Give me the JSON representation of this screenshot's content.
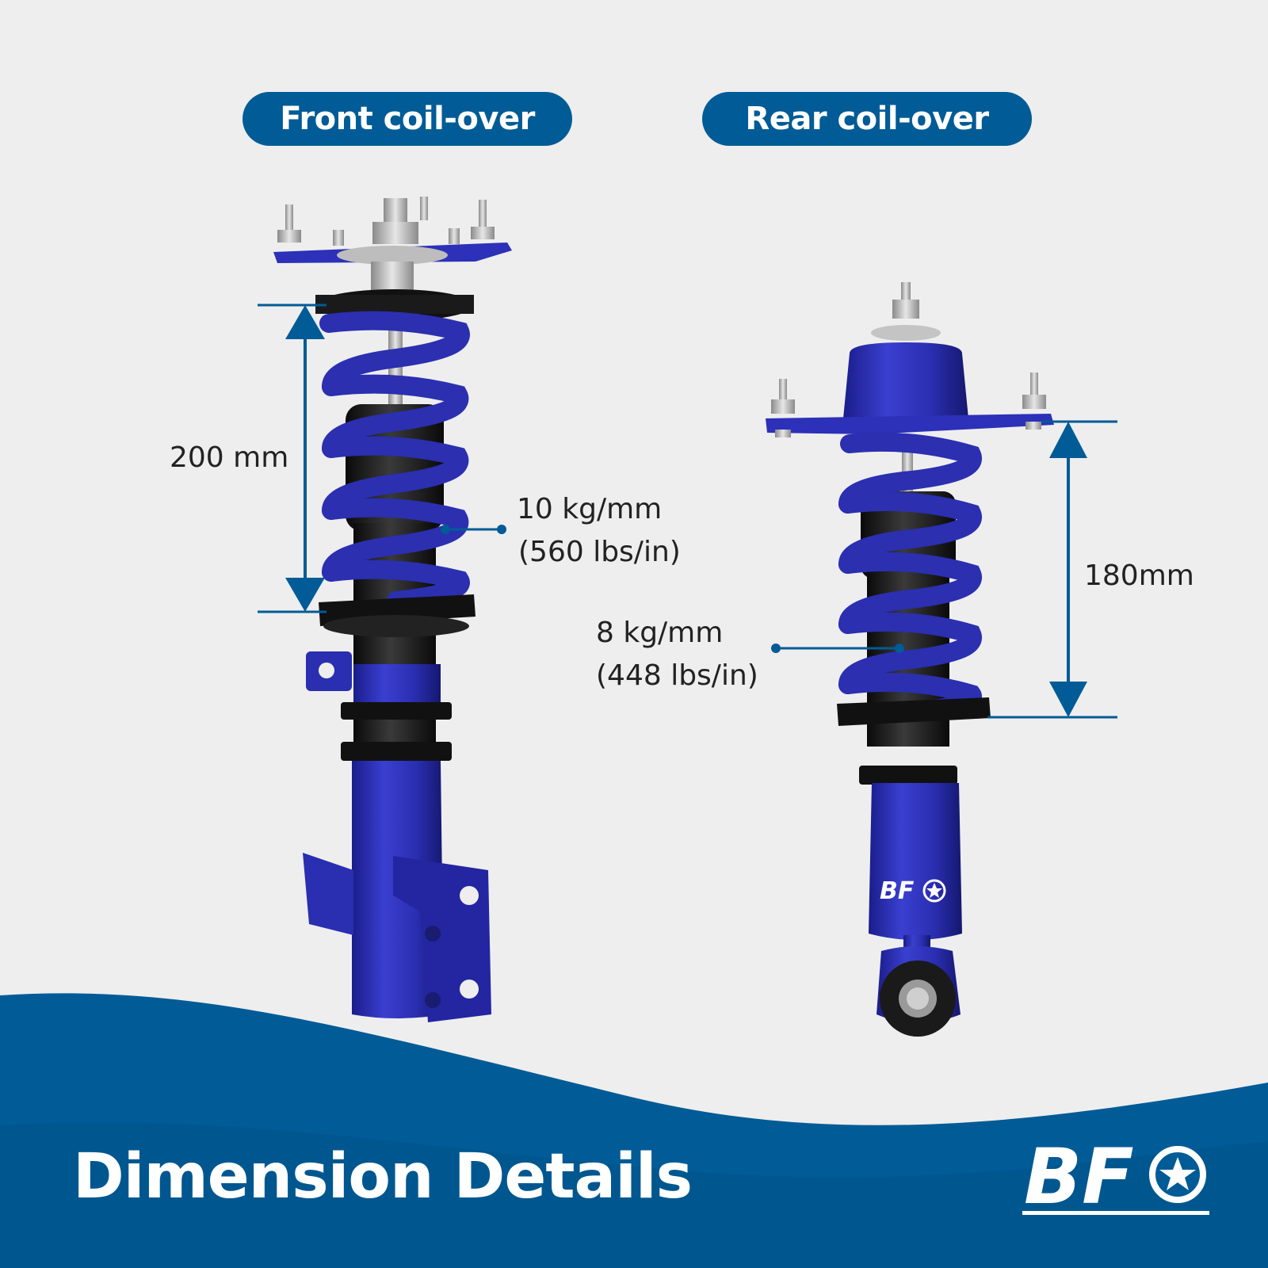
{
  "headers": {
    "front": "Front coil-over",
    "rear": "Rear coil-over"
  },
  "front": {
    "length": "200 mm",
    "spring_rate": "10 kg/mm",
    "spring_rate_imperial": "(560 lbs/in)"
  },
  "rear": {
    "length": "180mm",
    "spring_rate": "8 kg/mm",
    "spring_rate_imperial": "(448 lbs/in)"
  },
  "footer": {
    "title": "Dimension Details",
    "brand": "BFO"
  },
  "colors": {
    "brand_blue": "#005b96",
    "coil_blue": "#2b2fb0",
    "background": "#eeeeee"
  }
}
